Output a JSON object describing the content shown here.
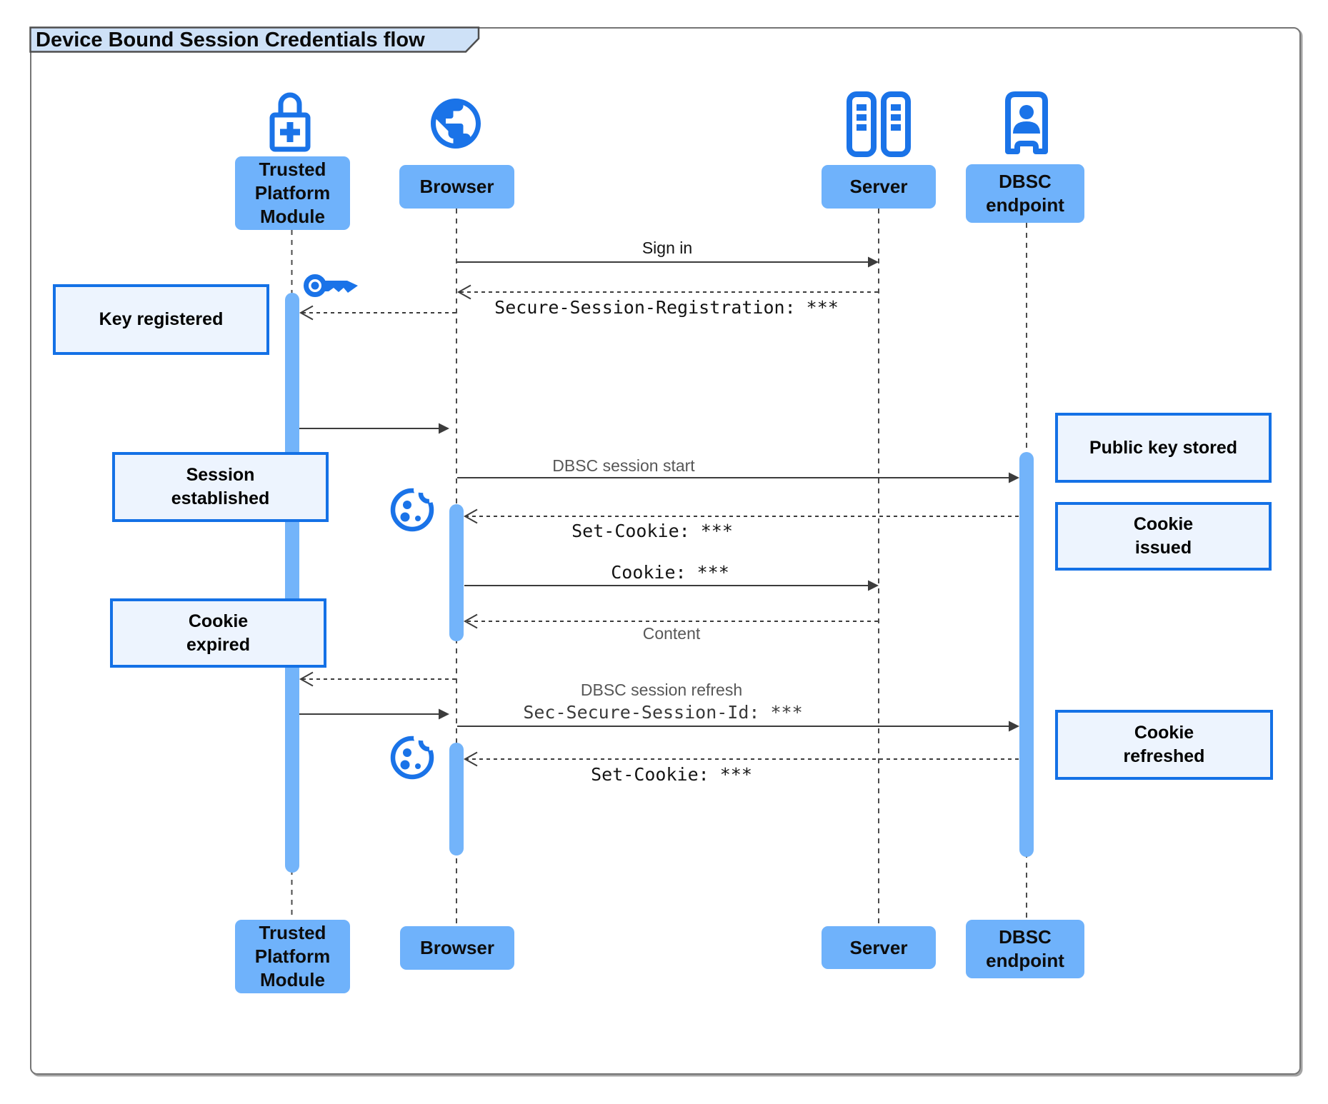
{
  "title": "Device Bound Session Credentials flow",
  "actors": {
    "tpm": {
      "label": "Trusted Platform Module",
      "lines": [
        "Trusted",
        "Platform",
        "Module"
      ],
      "icon": "lock-plus-icon"
    },
    "browser": {
      "label": "Browser",
      "icon": "globe-icon"
    },
    "server": {
      "label": "Server",
      "icon": "server-rack-icon"
    },
    "dbsc": {
      "label": "DBSC endpoint",
      "lines": [
        "DBSC",
        "endpoint"
      ],
      "icon": "door-person-icon"
    }
  },
  "messages": [
    {
      "text": "Sign in",
      "from": "Browser",
      "to": "Server",
      "line": "solid"
    },
    {
      "text": "Secure-Session-Registration: ***",
      "from": "Server",
      "to": "Browser",
      "line": "dashed"
    },
    {
      "text": "DBSC session start",
      "from": "Browser",
      "to": "DBSC endpoint",
      "line": "solid"
    },
    {
      "text": "Set-Cookie: ***",
      "from": "DBSC endpoint",
      "to": "Browser",
      "line": "dashed"
    },
    {
      "text": "Cookie: ***",
      "from": "Browser",
      "to": "Server",
      "line": "solid"
    },
    {
      "text": "Content",
      "from": "Server",
      "to": "Browser",
      "line": "dashed"
    },
    {
      "text": "DBSC session refresh",
      "from": "Browser",
      "to": "DBSC endpoint",
      "line": "solid"
    },
    {
      "text": "Sec-Secure-Session-Id: ***",
      "from": "Browser",
      "to": "DBSC endpoint",
      "line": "solid"
    },
    {
      "text": "Set-Cookie: ***",
      "from": "DBSC endpoint",
      "to": "Browser",
      "line": "dashed"
    }
  ],
  "notes": [
    {
      "text": "Key registered",
      "lines": [
        "Key registered"
      ],
      "side": "left"
    },
    {
      "text": "Session established",
      "lines": [
        "Session",
        "established"
      ],
      "side": "left"
    },
    {
      "text": "Cookie expired",
      "lines": [
        "Cookie",
        "expired"
      ],
      "side": "left"
    },
    {
      "text": "Public key stored",
      "lines": [
        "Public key stored"
      ],
      "side": "right"
    },
    {
      "text": "Cookie issued",
      "lines": [
        "Cookie",
        "issued"
      ],
      "side": "right"
    },
    {
      "text": "Cookie refreshed",
      "lines": [
        "Cookie",
        "refreshed"
      ],
      "side": "right"
    }
  ],
  "icons": [
    "lock-plus-icon",
    "globe-icon",
    "server-rack-icon",
    "door-person-icon",
    "key-icon",
    "cookie-icon"
  ],
  "colors": {
    "icon_blue": "#1a73e8",
    "actor_fill": "#6FB2FB",
    "activation_fill": "#73B4FA",
    "note_fill": "#EDF4FE",
    "note_border": "#1471E6",
    "tab_fill": "#CEE1F7",
    "arrow": "#3c3c3c"
  }
}
